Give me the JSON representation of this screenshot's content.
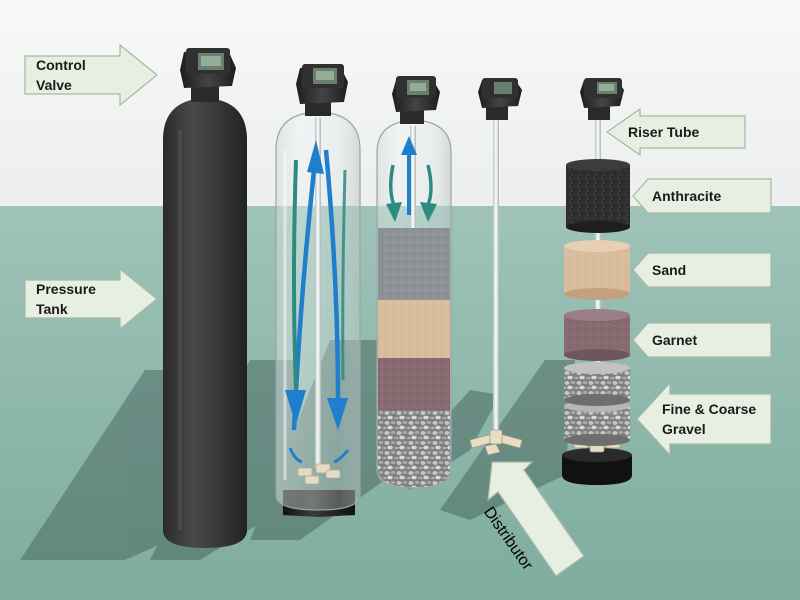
{
  "labels": {
    "control_valve": [
      "Control",
      "Valve"
    ],
    "pressure_tank": [
      "Pressure",
      "Tank"
    ],
    "riser_tube": "Riser Tube",
    "anthracite": "Anthracite",
    "sand": "Sand",
    "garnet": "Garnet",
    "gravel": [
      "Fine & Coarse",
      "Gravel"
    ],
    "distributor": "Distributor"
  },
  "colors": {
    "sky": "#f5f6f6",
    "floor": "#88b5aa",
    "tank_dark": "#353535",
    "flow_blue": "#1a7fc9",
    "flow_teal": "#2d8a7a",
    "callout_fill": "#e8eee2",
    "anthracite": "#2e2e2e",
    "sand": "#d6b898",
    "garnet": "#86696e",
    "gravel": "#9a9a9a"
  }
}
